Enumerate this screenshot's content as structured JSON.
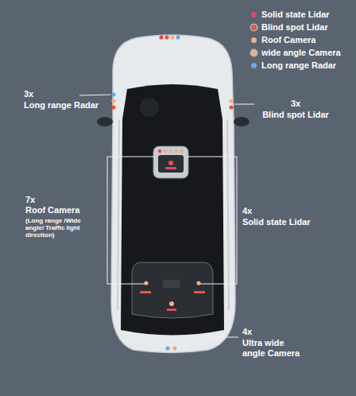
{
  "diagram": {
    "labels": [
      "3x",
      "Long range Radar",
      "3x",
      "Blind spot Lidar",
      "7x",
      "Roof Camera",
      "(Long range /Wide angle/ Traffic light direction)",
      "4x",
      "Solid state Lidar",
      "4x",
      "Ultra wide angle Camera"
    ],
    "legend": [
      {
        "text": "Solid state Lidar",
        "color": "#e0476a"
      },
      {
        "text": "Blind spot Lidar",
        "color": "#e5563f"
      },
      {
        "text": "Roof Camera",
        "color": "#f1ae86"
      },
      {
        "text": "wide angle Camera",
        "color": "#e3b07c"
      },
      {
        "text": "Long range Radar",
        "color": "#6aa9e6"
      }
    ]
  }
}
